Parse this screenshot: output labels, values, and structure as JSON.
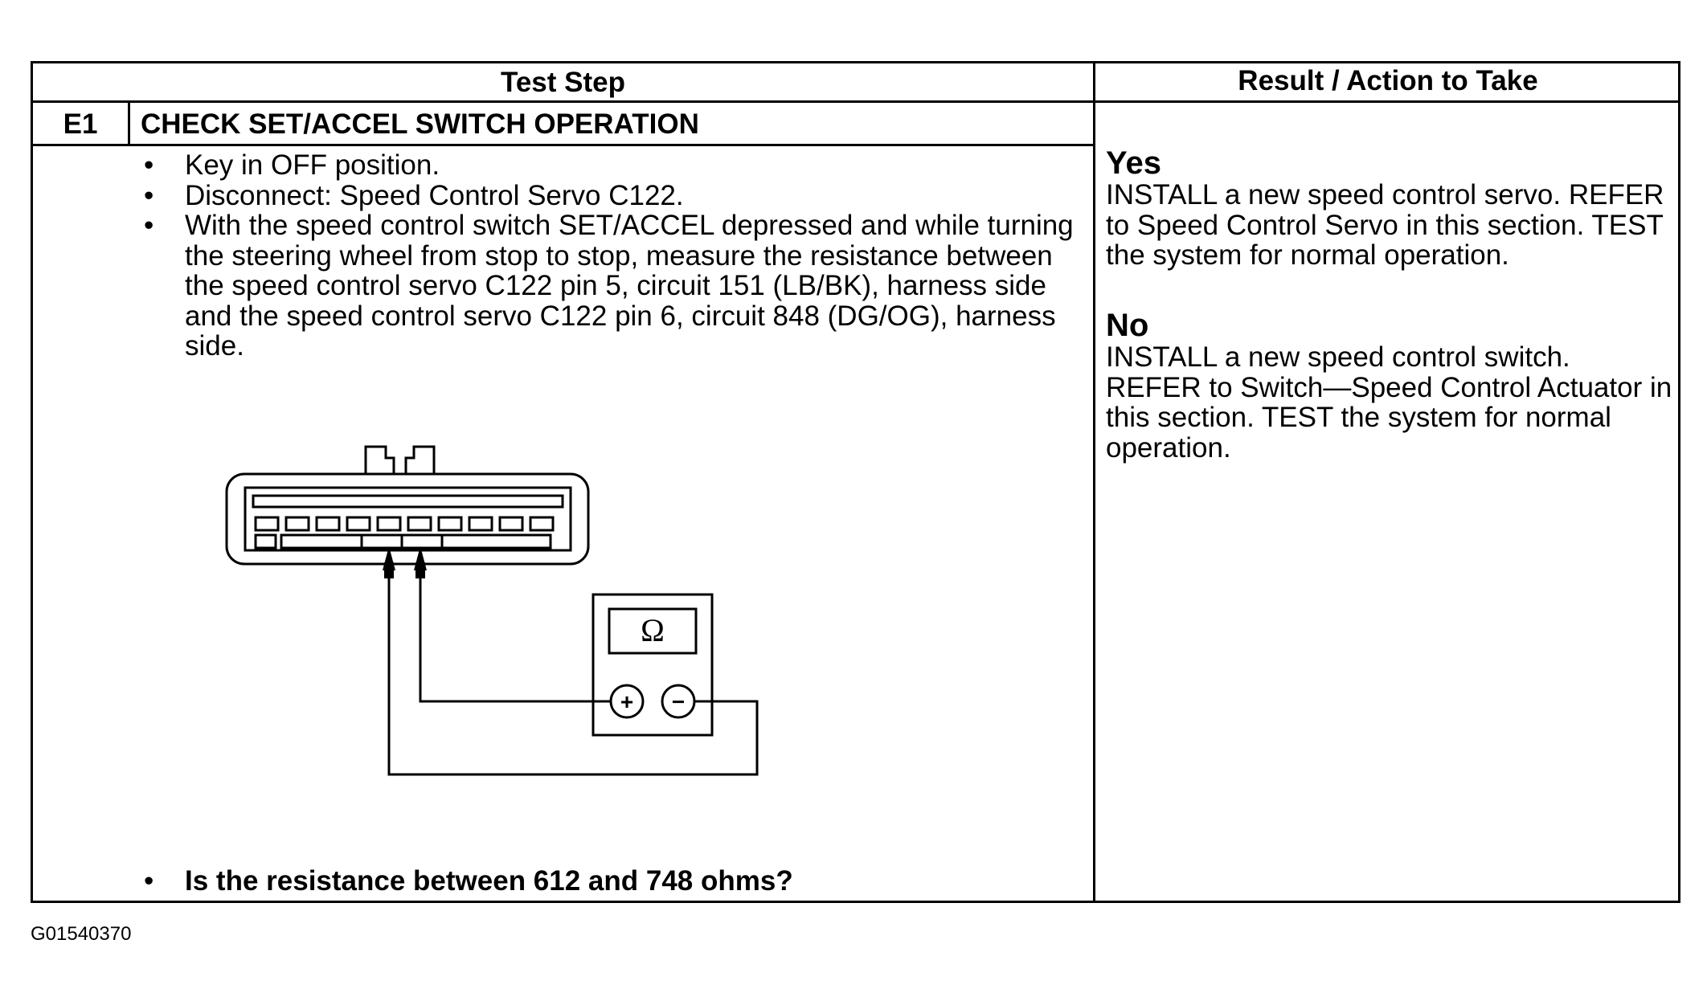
{
  "table": {
    "header_test_step": "Test Step",
    "header_result": "Result / Action to Take",
    "step_id": "E1",
    "step_title": "CHECK SET/ACCEL SWITCH OPERATION",
    "bullets": [
      "Key in OFF position.",
      "Disconnect: Speed Control Servo C122.",
      "With the speed control switch SET/ACCEL depressed and while turning the steering wheel from stop to stop, measure the resistance between the speed control servo C122 pin 5, circuit 151 (LB/BK), harness side and the speed control servo C122 pin 6, circuit 848 (DG/OG), harness side."
    ],
    "question": "Is the resistance between 612 and 748 ohms?",
    "bullet_char": "•"
  },
  "results": {
    "yes_label": "Yes",
    "yes_text": "INSTALL a new speed control servo. REFER to Speed Control Servo in this section. TEST the system for normal operation.",
    "no_label": "No",
    "no_text": "INSTALL a new speed control switch. REFER to Switch—Speed Control Actuator in this section. TEST the system for normal operation."
  },
  "diagram": {
    "meter_symbol": "Ω",
    "plus_symbol": "+",
    "minus_symbol": "−"
  },
  "figure_code": "G01540370"
}
